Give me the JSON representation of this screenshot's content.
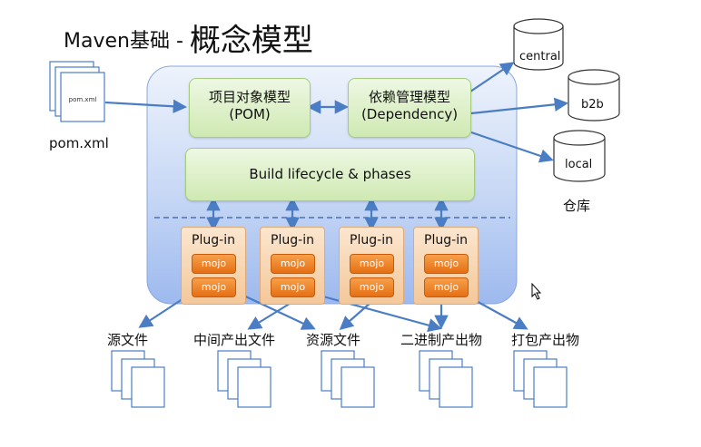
{
  "title": {
    "prefix": "Maven基础 -",
    "main": "概念模型"
  },
  "pom_file": {
    "page_label": "pom.xml",
    "caption": "pom.xml"
  },
  "model": {
    "pom_line1": "项目对象模型",
    "pom_line2": "(POM)",
    "dep_line1": "依赖管理模型",
    "dep_line2": "(Dependency)",
    "lifecycle": "Build lifecycle & phases"
  },
  "plugins": [
    {
      "label": "Plug-in",
      "mojos": [
        "mojo",
        "mojo"
      ]
    },
    {
      "label": "Plug-in",
      "mojos": [
        "mojo",
        "mojo"
      ]
    },
    {
      "label": "Plug-in",
      "mojos": [
        "mojo",
        "mojo"
      ]
    },
    {
      "label": "Plug-in",
      "mojos": [
        "mojo",
        "mojo"
      ]
    }
  ],
  "repositories": {
    "central": "central",
    "b2b": "b2b",
    "local": "local",
    "caption": "仓库"
  },
  "outputs": [
    "源文件",
    "中间产出文件",
    "资源文件",
    "二进制产出物",
    "打包产出物"
  ],
  "colors": {
    "container_top": "#e9f0fb",
    "container_bottom": "#9db9ee",
    "arrow": "#4a7dc4",
    "box_green": "#d7efbf",
    "plugin": "#f6d3ad",
    "mojo": "#ef8a2c"
  }
}
